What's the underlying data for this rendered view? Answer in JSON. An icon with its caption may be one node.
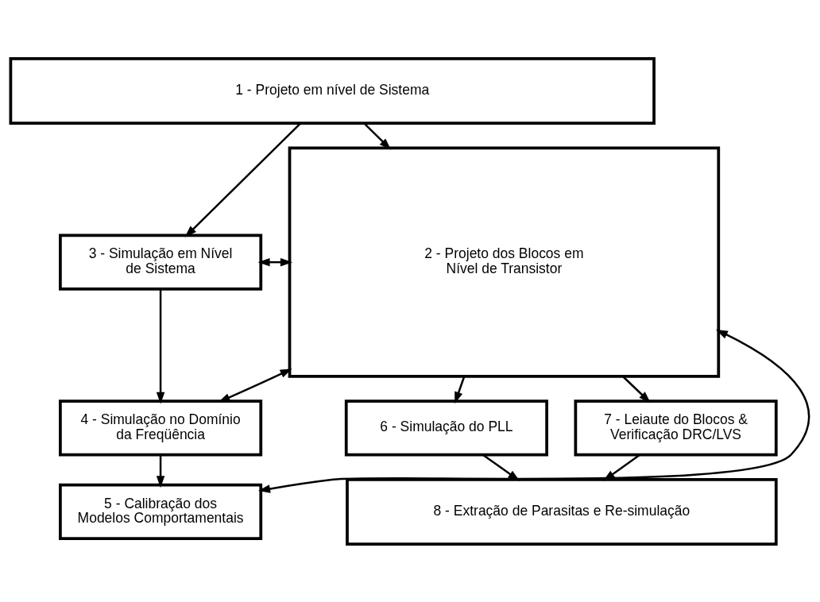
{
  "diagram": {
    "nodes": [
      {
        "text": [
          "1 - Projeto em nível de Sistema"
        ]
      },
      {
        "text": [
          "3 - Simulação em Nível de Sistema"
        ]
      },
      {
        "text": [
          "2 - Projeto dos Blocos em Nível de Transistor"
        ]
      },
      {
        "text": [
          "4 - Simulação no Domínio da Freqüência"
        ]
      },
      {
        "text": [
          "5 - Calibração dos Modelos Comportamentais"
        ]
      },
      {
        "text": [
          "6 - Simulação do PLL"
        ]
      },
      {
        "text": [
          "7 - Leiaute do Blocos & Verificação DRC/LVS"
        ]
      },
      {
        "text": [
          "8 - Extração de Parasitas e Re-simulação"
        ]
      }
    ],
    "edges": [
      {
        "from": 0,
        "to": 1,
        "arrow": "to"
      },
      {
        "from": 0,
        "to": 2,
        "arrow": "to"
      },
      {
        "from": 1,
        "to": 2,
        "arrow": "both"
      },
      {
        "from": 1,
        "to": 3,
        "arrow": "to"
      },
      {
        "from": 3,
        "to": 2,
        "arrow": "both"
      },
      {
        "from": 3,
        "to": 4,
        "arrow": "to"
      },
      {
        "from": 4,
        "to": 2,
        "arrow": "both"
      },
      {
        "from": 2,
        "to": 5,
        "arrow": "to"
      },
      {
        "from": 2,
        "to": 6,
        "arrow": "to"
      },
      {
        "from": 5,
        "to": 7,
        "arrow": "to"
      },
      {
        "from": 6,
        "to": 7,
        "arrow": "to"
      }
    ]
  }
}
